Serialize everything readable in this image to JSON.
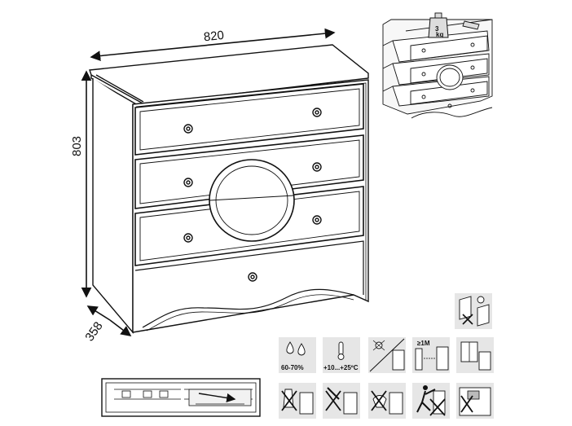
{
  "dimensions": {
    "width": "820",
    "height": "803",
    "depth": "358"
  },
  "load_badge": {
    "weight": "3",
    "unit": "kg"
  },
  "care_icons": {
    "humidity": "60-70%",
    "temperature": "+10...+25ºC",
    "distance": "≥1M"
  },
  "icons": [
    "humidity-icon",
    "temperature-icon",
    "sunlight-icon",
    "heater-distance-icon",
    "window-icon",
    "no-cleaning-agent-icon",
    "no-sharp-tool-icon",
    "no-hot-item-icon",
    "no-climbing-icon",
    "no-heavy-load-icon",
    "drawer-wall-anchor-icon",
    "drawer-runner-diagram"
  ],
  "colors": {
    "line": "#111111",
    "icon_bg": "#e6e6e6",
    "thumb_bg": "#f0f0f0"
  }
}
